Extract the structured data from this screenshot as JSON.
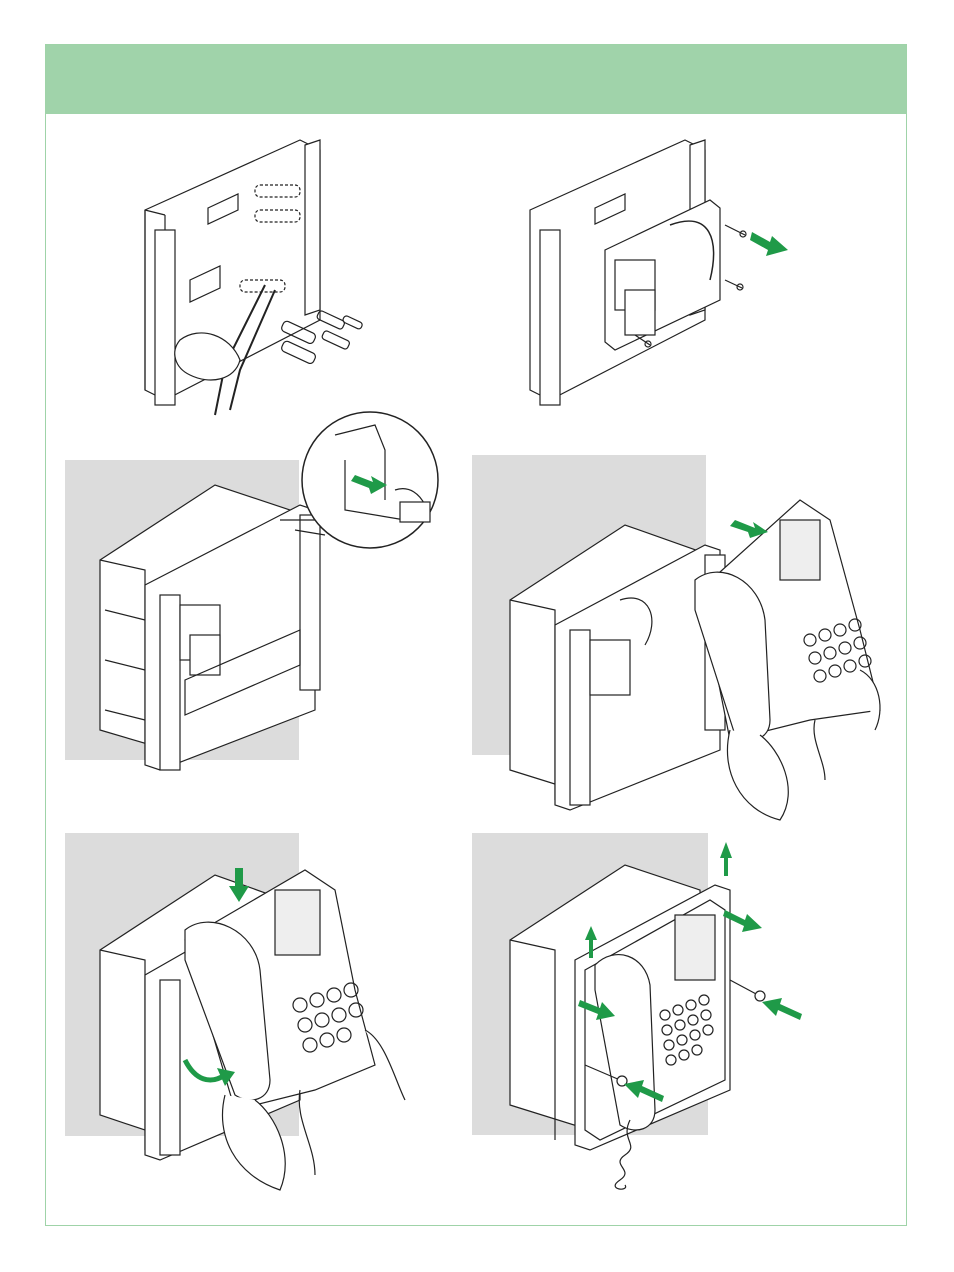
{
  "page": {
    "title": ""
  },
  "colors": {
    "header_band": "#a0d3aa",
    "frame_border": "#9fd3a8",
    "arrow_green": "#1f9a48",
    "panel_gray": "#dcdcdc",
    "line": "#222222"
  },
  "steps": [
    {
      "id": "step-1",
      "icon": "wall-box-with-pliers-and-dowels-illustration"
    },
    {
      "id": "step-2",
      "icon": "circuit-module-screwed-into-box-illustration"
    },
    {
      "id": "step-3",
      "icon": "box-with-bracket-detail-zoom-illustration"
    },
    {
      "id": "step-4",
      "icon": "attaching-handset-unit-illustration"
    },
    {
      "id": "step-5",
      "icon": "pressing-handset-unit-in-illustration"
    },
    {
      "id": "step-6",
      "icon": "fixing-unit-with-screws-illustration"
    }
  ]
}
